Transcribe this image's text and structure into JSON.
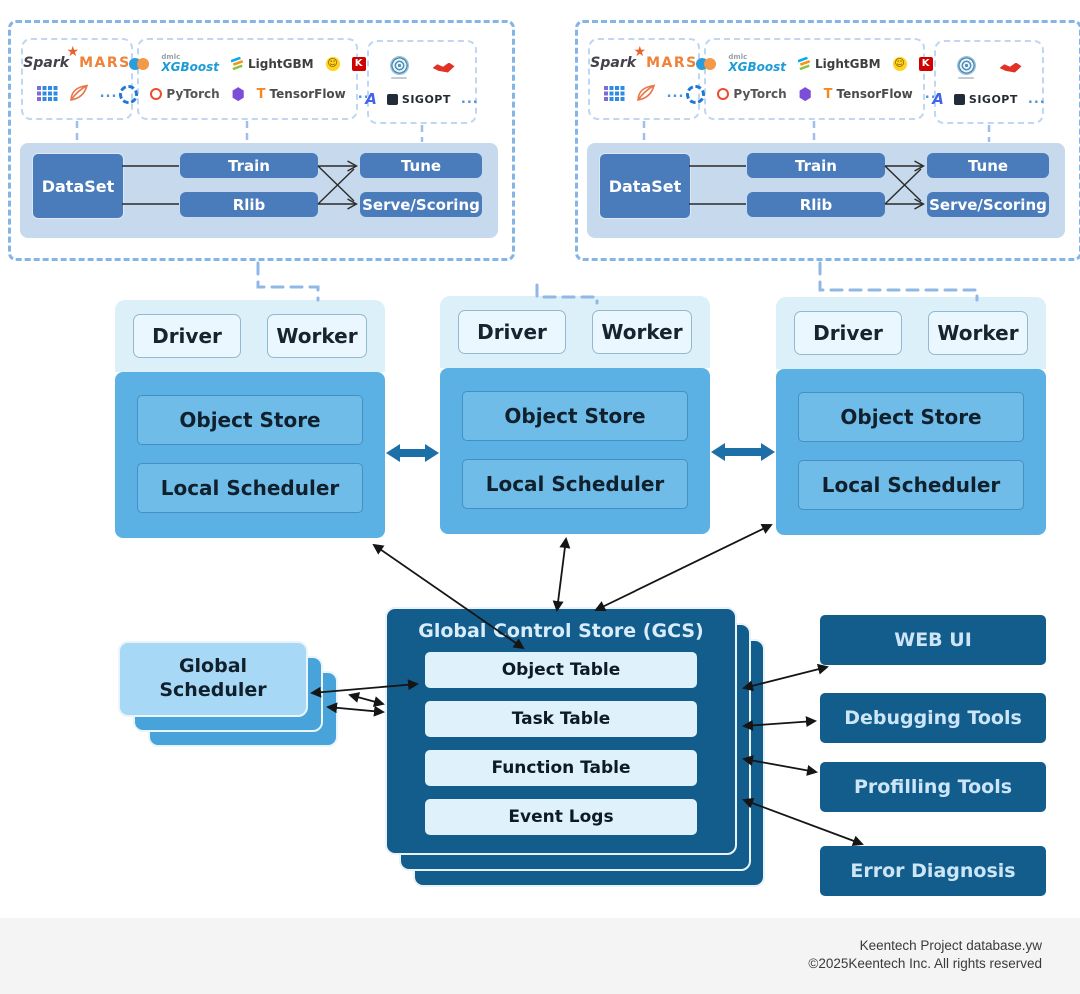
{
  "clusters": [
    {
      "logos": {
        "spark": "Spark",
        "mars": "MARS",
        "dots1": "...",
        "dmlc": "dmlc",
        "xgboost": "XGBoost",
        "lightgbm": "LightGBM",
        "keras": "K",
        "pytorch": "PyTorch",
        "tensorflow": "TensorFlow",
        "dots2": "...",
        "ax": "A",
        "sigopt": "SIGOPT",
        "dots3": "..."
      },
      "pipeline": {
        "dataset": "DataSet",
        "train": "Train",
        "rlib": "Rlib",
        "tune": "Tune",
        "serve": "Serve/Scoring"
      }
    },
    {
      "logos": {
        "spark": "Spark",
        "mars": "MARS",
        "dots1": "...",
        "dmlc": "dmlc",
        "xgboost": "XGBoost",
        "lightgbm": "LightGBM",
        "keras": "K",
        "pytorch": "PyTorch",
        "tensorflow": "TensorFlow",
        "dots2": "...",
        "ax": "A",
        "sigopt": "SIGOPT",
        "dots3": "..."
      },
      "pipeline": {
        "dataset": "DataSet",
        "train": "Train",
        "rlib": "Rlib",
        "tune": "Tune",
        "serve": "Serve/Scoring"
      }
    }
  ],
  "nodes": [
    {
      "driver": "Driver",
      "worker": "Worker",
      "object_store": "Object Store",
      "local_scheduler": "Local Scheduler"
    },
    {
      "driver": "Driver",
      "worker": "Worker",
      "object_store": "Object Store",
      "local_scheduler": "Local Scheduler"
    },
    {
      "driver": "Driver",
      "worker": "Worker",
      "object_store": "Object Store",
      "local_scheduler": "Local Scheduler"
    }
  ],
  "gcs": {
    "title": "Global Control Store (GCS)",
    "tables": [
      "Object Table",
      "Task Table",
      "Function Table",
      "Event Logs"
    ]
  },
  "global_scheduler": {
    "label": "Global Scheduler"
  },
  "tools": [
    "WEB UI",
    "Debugging Tools",
    "Profilling Tools",
    "Error Diagnosis"
  ],
  "footer": {
    "line1": "Keentech Project database.yw",
    "line2": "©2025Keentech Inc. All rights reserved"
  },
  "colors": {
    "dashed_border": "#85B4E6",
    "panel": "#C7D9EC",
    "pipeline_box": "#4A7CBB",
    "node_header": "#DCF0FA",
    "node_body": "#5BB1E4",
    "node_inner_box": "#6FBCE9",
    "dark_blue": "#135D8D",
    "light_row": "#DFF2FC",
    "scheduler_top": "#A7D8F6",
    "scheduler_layer": "#47A3D9",
    "thick_arrow": "#1D6FA8",
    "footer_bg": "#F4F4F4"
  }
}
